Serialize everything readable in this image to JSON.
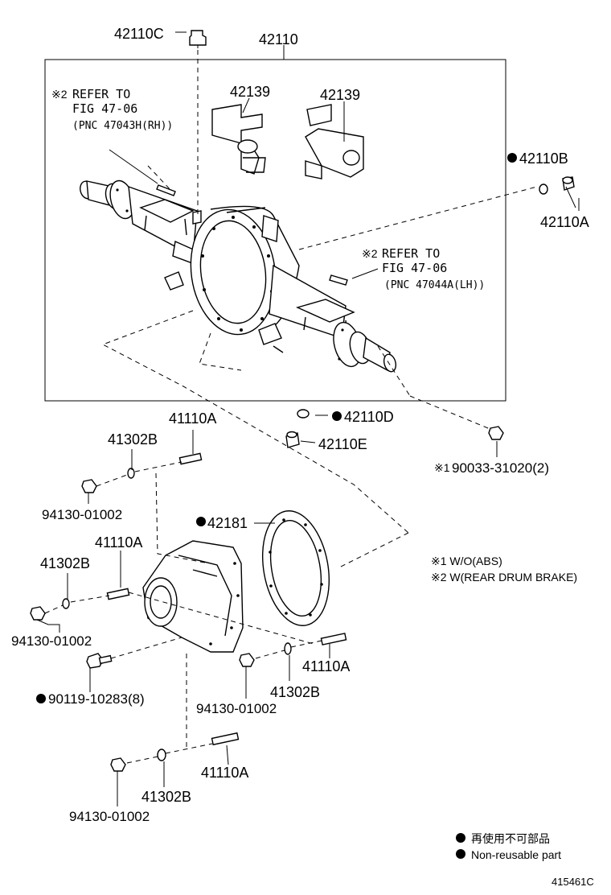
{
  "labels": {
    "p42110C": "42110C",
    "p42110": "42110",
    "p42139_left": "42139",
    "p42139_right": "42139",
    "p42110B": "42110B",
    "p42110A": "42110A",
    "p42110D": "42110D",
    "p42110E": "42110E",
    "p41110A_1": "41110A",
    "p41302B_1": "41302B",
    "p94130_1": "94130-01002",
    "p42181": "42181",
    "p41110A_2": "41110A",
    "p41302B_2": "41302B",
    "p94130_2": "94130-01002",
    "p90119": "90119-10283(8)",
    "p41110A_3": "41110A",
    "p41302B_3": "41302B",
    "p94130_3": "94130-01002",
    "p41110A_4": "41110A",
    "p41302B_4": "41302B",
    "p94130_4": "94130-01002",
    "p90033": "90033-31020(2)"
  },
  "notes": {
    "refer_left_mark": "※2",
    "refer_left_1": "REFER TO",
    "refer_left_2": "FIG 47-06",
    "refer_left_3": "(PNC 47043H(RH))",
    "refer_right_mark": "※2",
    "refer_right_1": "REFER TO",
    "refer_right_2": "FIG 47-06",
    "refer_right_3": "(PNC 47044A(LH))",
    "mark1": "※1",
    "footnote1": "※1 W/O(ABS)",
    "footnote2": "※2 W(REAR DRUM BRAKE)"
  },
  "legend": {
    "line1": "再使用不可部品",
    "line2": "Non-reusable part"
  },
  "figure_code": "415461C"
}
